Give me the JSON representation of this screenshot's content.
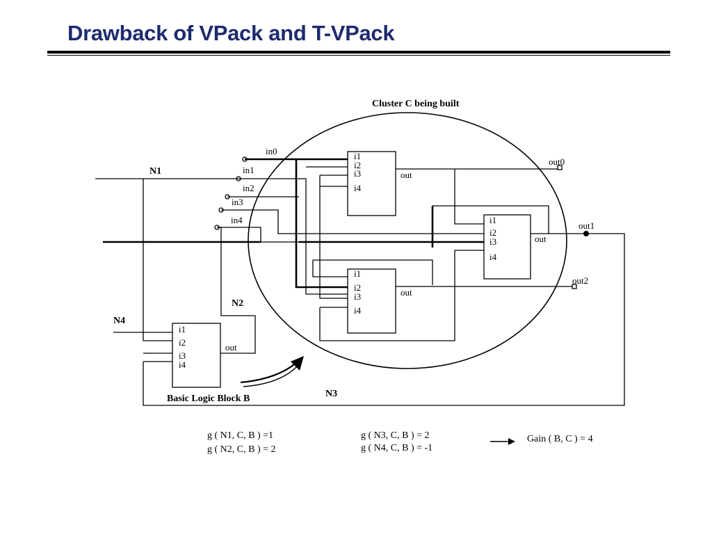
{
  "slide": {
    "title": "Drawback of VPack and T-VPack"
  },
  "diagram": {
    "cluster_label": "Cluster C being built",
    "nets": {
      "n1": "N1",
      "n2": "N2",
      "n3": "N3",
      "n4": "N4"
    },
    "cluster_inputs": [
      "in0",
      "in1",
      "in2",
      "in3",
      "in4"
    ],
    "cluster_outputs": [
      "out0",
      "out1",
      "out2"
    ],
    "pins": {
      "i1": "i1",
      "i2": "i2",
      "i3": "i3",
      "i4": "i4",
      "out": "out"
    },
    "block_b_label": "Basic Logic Block B",
    "gains": {
      "g_n1": "g ( N1, C,  B ) =1",
      "g_n2": "g (  N2, C, B ) = 2",
      "g_n3": "g ( N3, C, B ) = 2",
      "g_n4": "g ( N4, C, B ) = -1",
      "total": "Gain ( B, C ) = 4"
    }
  }
}
